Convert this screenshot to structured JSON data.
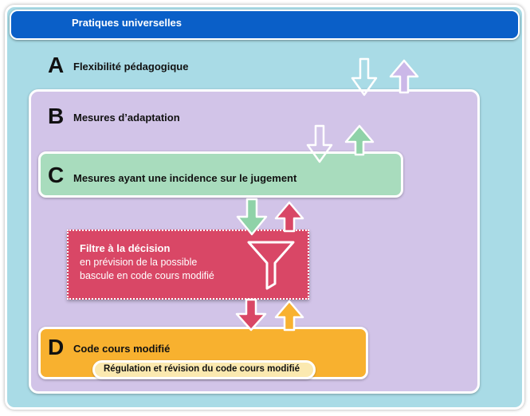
{
  "header": {
    "title": "Pratiques universelles"
  },
  "levels": [
    {
      "letter": "A",
      "label": "Flexibilité pédagogique"
    },
    {
      "letter": "B",
      "label": "Mesures d’adaptation"
    },
    {
      "letter": "C",
      "label": "Mesures ayant une incidence sur le jugement"
    },
    {
      "letter": "D",
      "label": "Code cours modifié"
    }
  ],
  "filter": {
    "title": "Filtre à la décision",
    "line1": "en prévision de la possible",
    "line2": "bascule en code cours modifié"
  },
  "regulation": {
    "label": "Régulation et révision du code cours modifié"
  },
  "icons": {
    "filter": "funnel-icon",
    "down": "arrow-down-icon",
    "up": "arrow-up-icon"
  },
  "colors": {
    "background": "#a9dbe6",
    "header": "#0a5fc8",
    "level_b": "#d2c4e8",
    "level_c": "#a8dcbd",
    "filter": "#d94766",
    "level_d": "#f8b12f"
  }
}
